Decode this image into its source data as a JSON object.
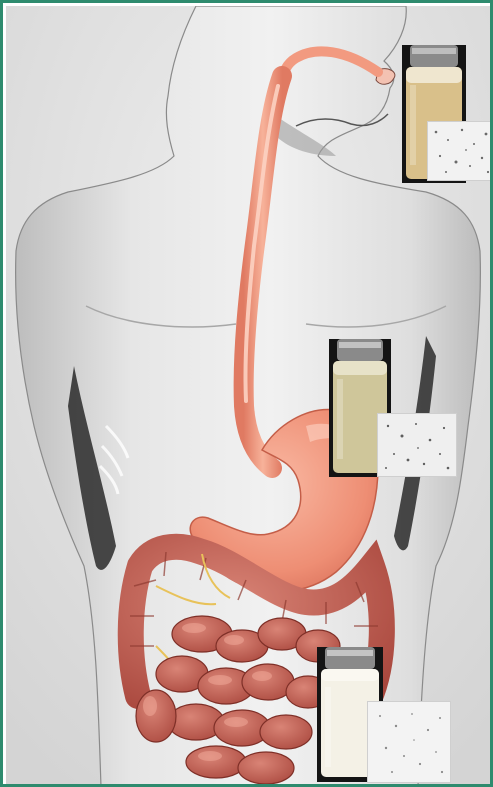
{
  "figure": {
    "subject": "human-digestive-tract",
    "organs": [
      "esophagus",
      "stomach",
      "small-intestine",
      "large-intestine"
    ],
    "samples": [
      {
        "site": "esophagus-upper",
        "liquid_color": "#d9c08a",
        "foam_color": "#efe6cf"
      },
      {
        "site": "stomach",
        "liquid_color": "#cfc69a",
        "foam_color": "#e7e2c8"
      },
      {
        "site": "small-intestine",
        "liquid_color": "#f4f1e6",
        "foam_color": "#faf8f1"
      }
    ],
    "colors": {
      "frame_border": "#2e8b6e",
      "organ_pink": "#f29a80",
      "intestine_red": "#c9685a",
      "body_gray": "#dcdcdc"
    }
  }
}
